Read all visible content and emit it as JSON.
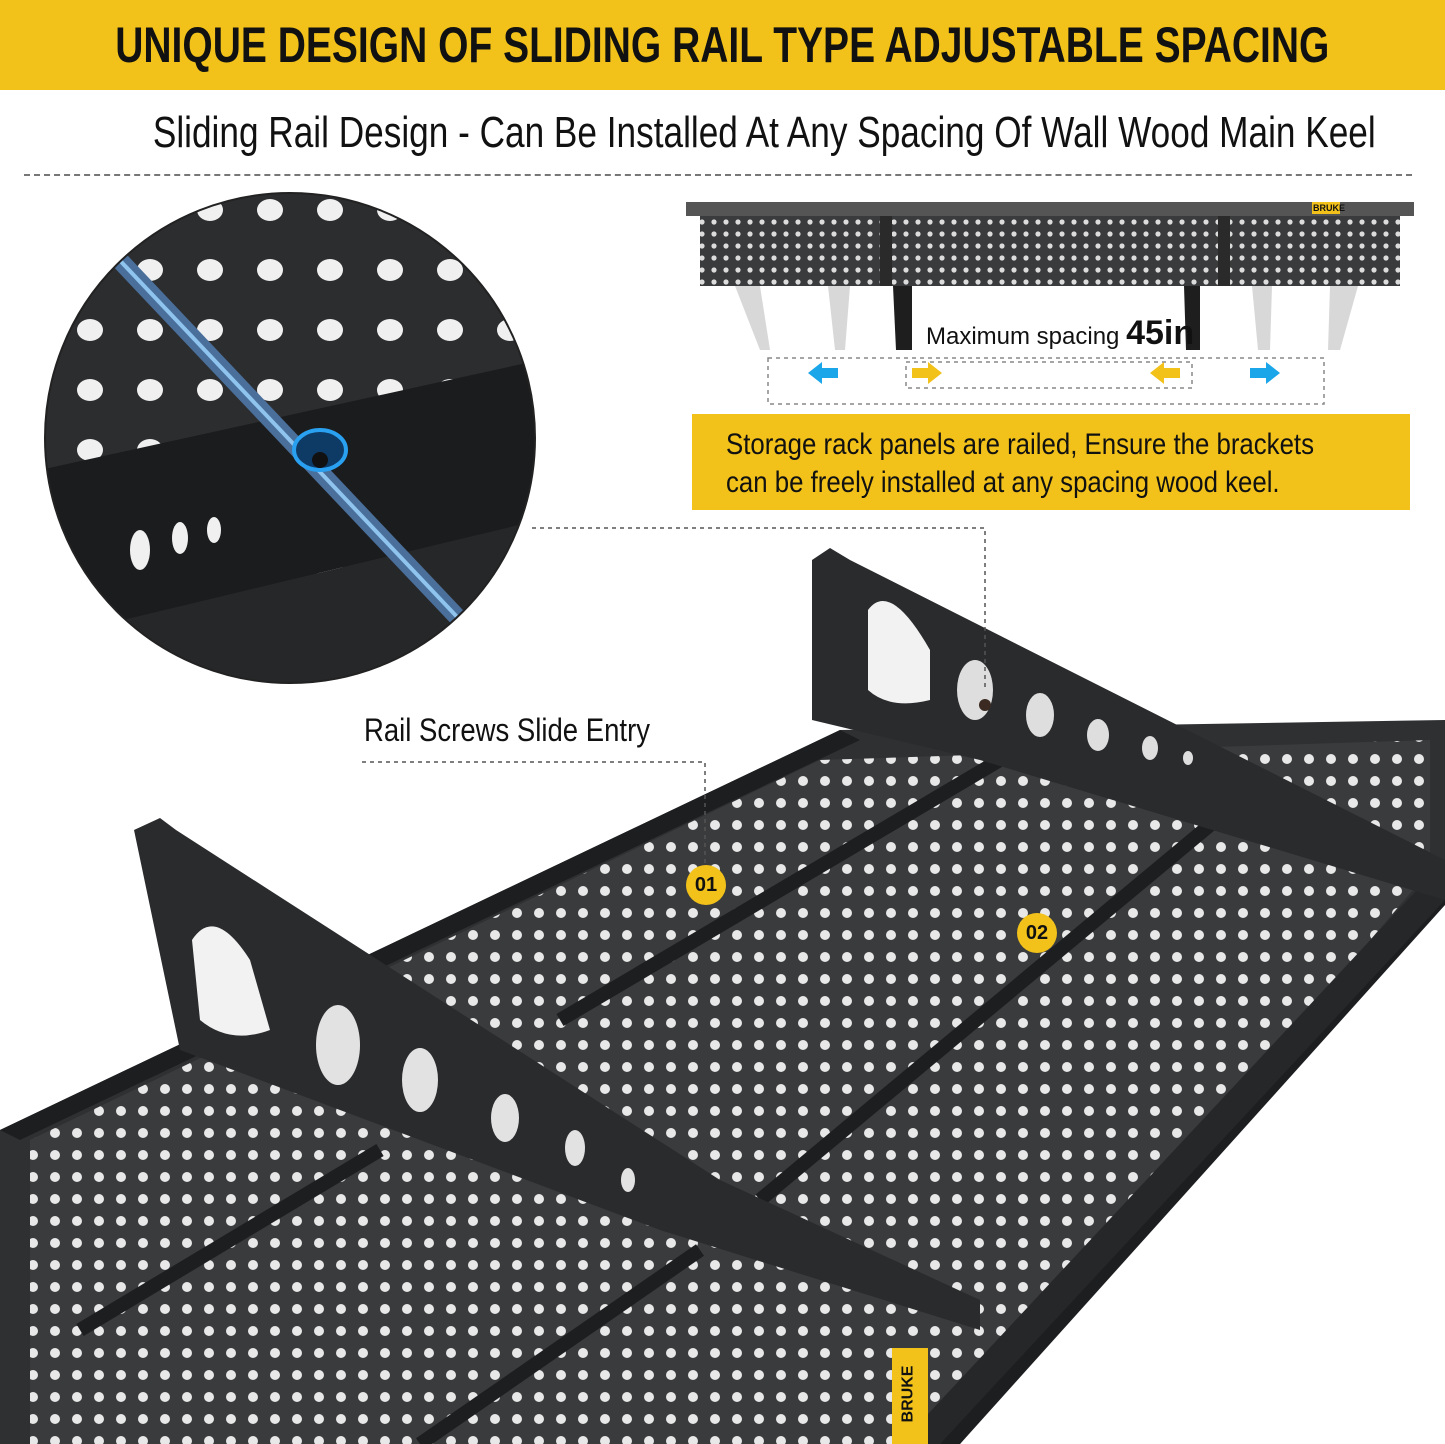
{
  "banner": {
    "title": "UNIQUE DESIGN OF SLIDING RAIL TYPE ADJUSTABLE SPACING"
  },
  "subtitle": "Sliding Rail Design - Can Be Installed At Any Spacing Of Wall Wood Main Keel",
  "spacing": {
    "prefix": "Maximum spacing",
    "value": "45in"
  },
  "callout": {
    "line1": "Storage rack panels are railed, Ensure the brackets",
    "line2": "can be freely installed at any spacing wood keel."
  },
  "rail_label": "Rail Screws Slide Entry",
  "badges": [
    "01",
    "02"
  ],
  "brand": "BRUKE",
  "colors": {
    "accent": "#f2c21b",
    "steel": "#3a3b3d",
    "arrow_blue": "#1aa6e8"
  }
}
